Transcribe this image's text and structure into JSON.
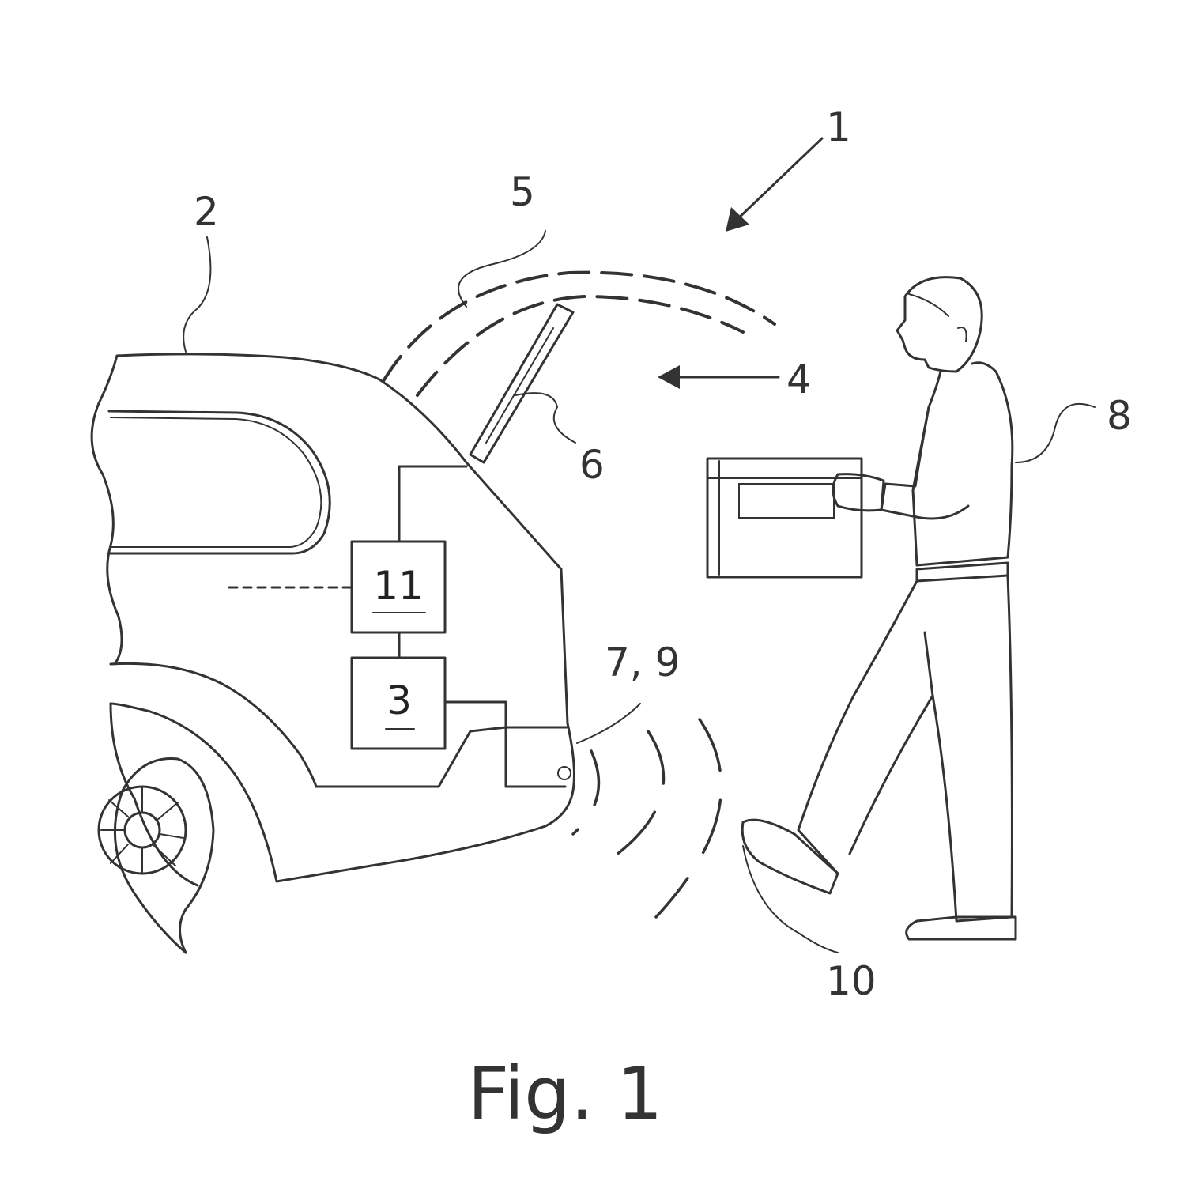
{
  "references": {
    "system": "1",
    "vehicle": "2",
    "control_unit": "3",
    "tailgate_motion": "4",
    "tailgate": "5",
    "drive": "6",
    "sensor": "7, 9",
    "user": "8",
    "foot": "10",
    "control_box": "11"
  },
  "caption": "Fig. 1"
}
